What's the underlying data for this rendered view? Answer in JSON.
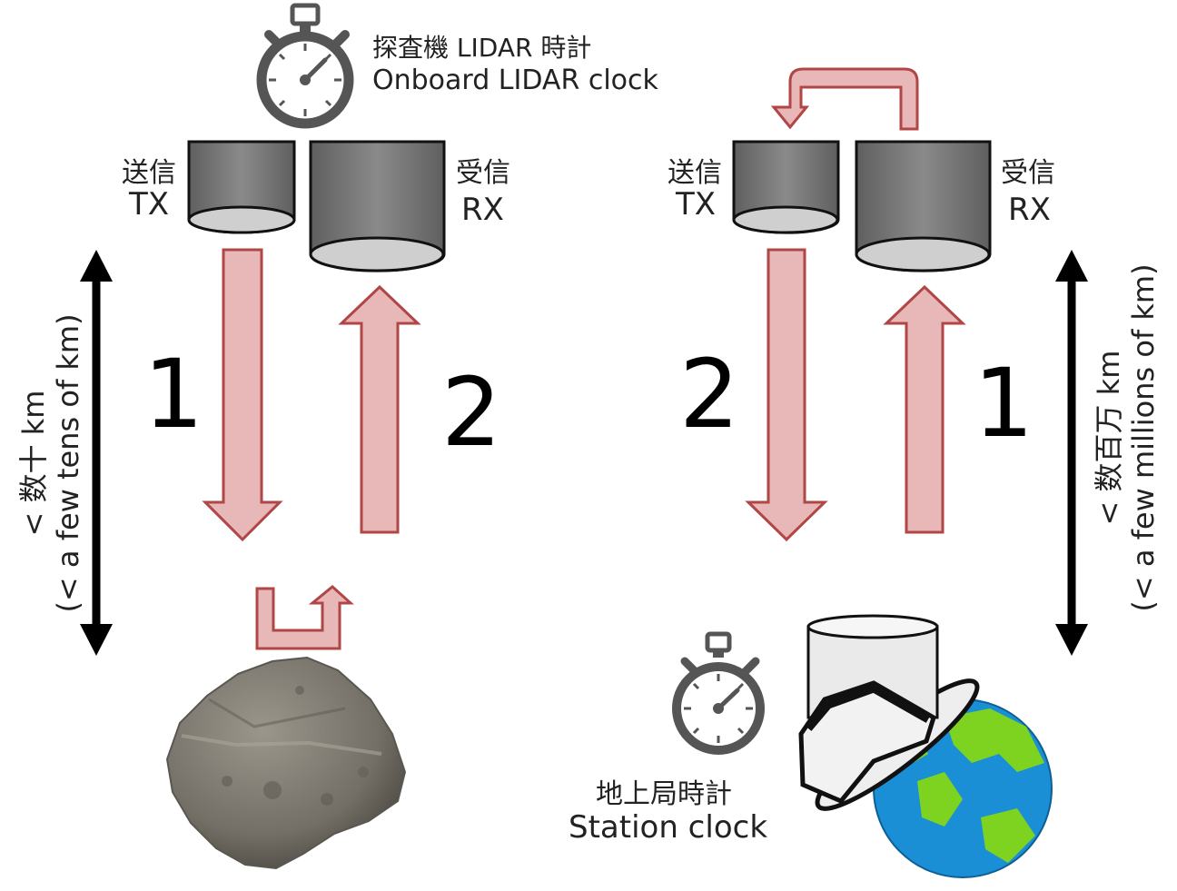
{
  "left": {
    "clock_label_jp": "探査機 LIDAR 時計",
    "clock_label_en": "Onboard LIDAR clock",
    "tx_jp": "送信",
    "tx_en": "TX",
    "rx_jp": "受信",
    "rx_en": "RX",
    "step_down": "1",
    "step_up": "2",
    "distance_jp": "< 数十 km",
    "distance_en": "(< a few tens of km)"
  },
  "right": {
    "tx_jp": "送信",
    "tx_en": "TX",
    "rx_jp": "受信",
    "rx_en": "RX",
    "step_down": "2",
    "step_up": "1",
    "distance_jp": "< 数百万 km",
    "distance_en": "(< a few millions of km)",
    "clock_label_jp": "地上局時計",
    "clock_label_en": "Station clock"
  },
  "colors": {
    "beam_fill": "#e8b8b8",
    "beam_stroke": "#b04646",
    "telescope_body": "#777777",
    "telescope_aperture": "#c8c8c8",
    "earth_ocean": "#1a8fd6",
    "earth_land": "#7ed321",
    "asteroid": "#7d7a72"
  }
}
